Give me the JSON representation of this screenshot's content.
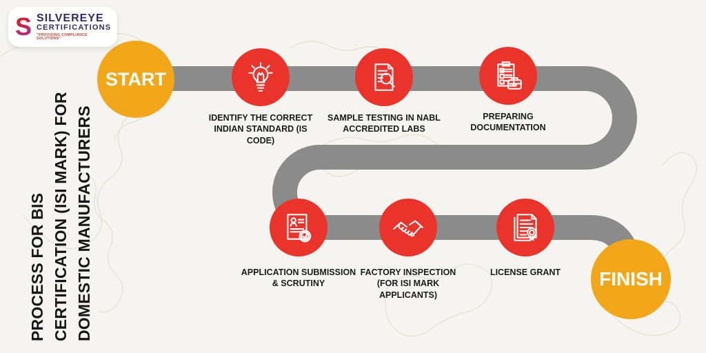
{
  "brand": {
    "monogram": "S",
    "name": "SILVEREYE",
    "name_secondary": "CERTIFICATIONS",
    "tagline": "\"PROVIDING COMPLIANCE SOLUTIONS\""
  },
  "title": {
    "line1": "PROCESS FOR BIS",
    "line2": "CERTIFICATION (ISI MARK) FOR",
    "line3": "DOMESTIC MANUFACTURERS"
  },
  "flow": {
    "start_label": "START",
    "finish_label": "FINISH",
    "steps": [
      {
        "label": "IDENTIFY THE CORRECT INDIAN STANDARD (IS CODE)",
        "icon": "lightbulb-icon"
      },
      {
        "label": "SAMPLE TESTING IN NABL ACCREDITED LABS",
        "icon": "document-search-icon"
      },
      {
        "label": "PREPARING DOCUMENTATION",
        "icon": "clipboard-briefcase-icon"
      },
      {
        "label": "APPLICATION SUBMISSION & SCRUTINY",
        "icon": "application-check-icon"
      },
      {
        "label": "FACTORY INSPECTION (FOR ISI MARK APPLICANTS)",
        "icon": "handshake-icon"
      },
      {
        "label": "LICENSE GRANT",
        "icon": "certificate-seal-icon"
      }
    ]
  },
  "colors": {
    "step_red": "#EA342B",
    "accent_yellow": "#F2A71B",
    "path_gray": "#8B8B8B",
    "text_black": "#161616",
    "brand_navy": "#332A63",
    "background": "#F6F4F1"
  }
}
